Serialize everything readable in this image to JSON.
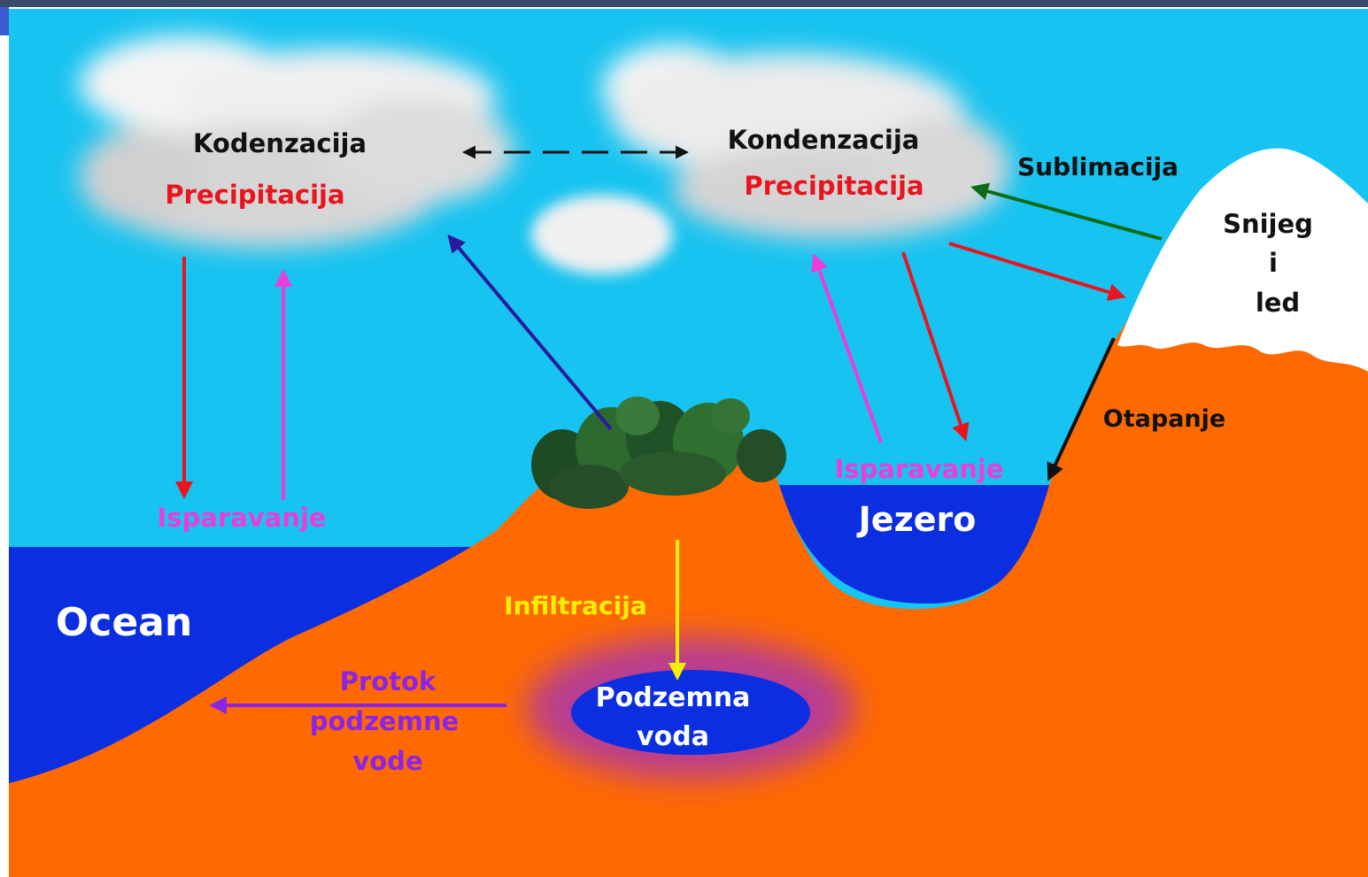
{
  "labels": {
    "cloud_left_condensation": "Kodenzacija",
    "cloud_left_precipitation": "Precipitacija",
    "cloud_right_condensation": "Kondenzacija",
    "cloud_right_precipitation": "Precipitacija",
    "sublimation": "Sublimacija",
    "snow_line1": "Snijeg",
    "snow_line2": "i",
    "snow_line3": "led",
    "melting": "Otapanje",
    "evaporation_lake": "Isparavanje",
    "lake": "Jezero",
    "evaporation_ocean": "Isparavanje",
    "ocean": "Ocean",
    "infiltration": "Infiltracija",
    "groundwater_line1": "Podzemna",
    "groundwater_line2": "voda",
    "groundwater_flow_line1": "Protok",
    "groundwater_flow_line2": "podzemne",
    "groundwater_flow_line3": "vode"
  },
  "colors": {
    "sky": "#17c3f0",
    "ocean": "#0a2ee0",
    "land": "#ff6a00",
    "snow": "#ffffff",
    "precipitation": "#e8141e",
    "evaporation": "#ee3cd8",
    "transpiration": "#2a1a9c",
    "sublimation": "#0e6a14",
    "melting": "#101010",
    "infiltration": "#f6f000",
    "groundwater_flow": "#8a24e8",
    "label_dark": "#111111",
    "label_white": "#ffffff"
  }
}
